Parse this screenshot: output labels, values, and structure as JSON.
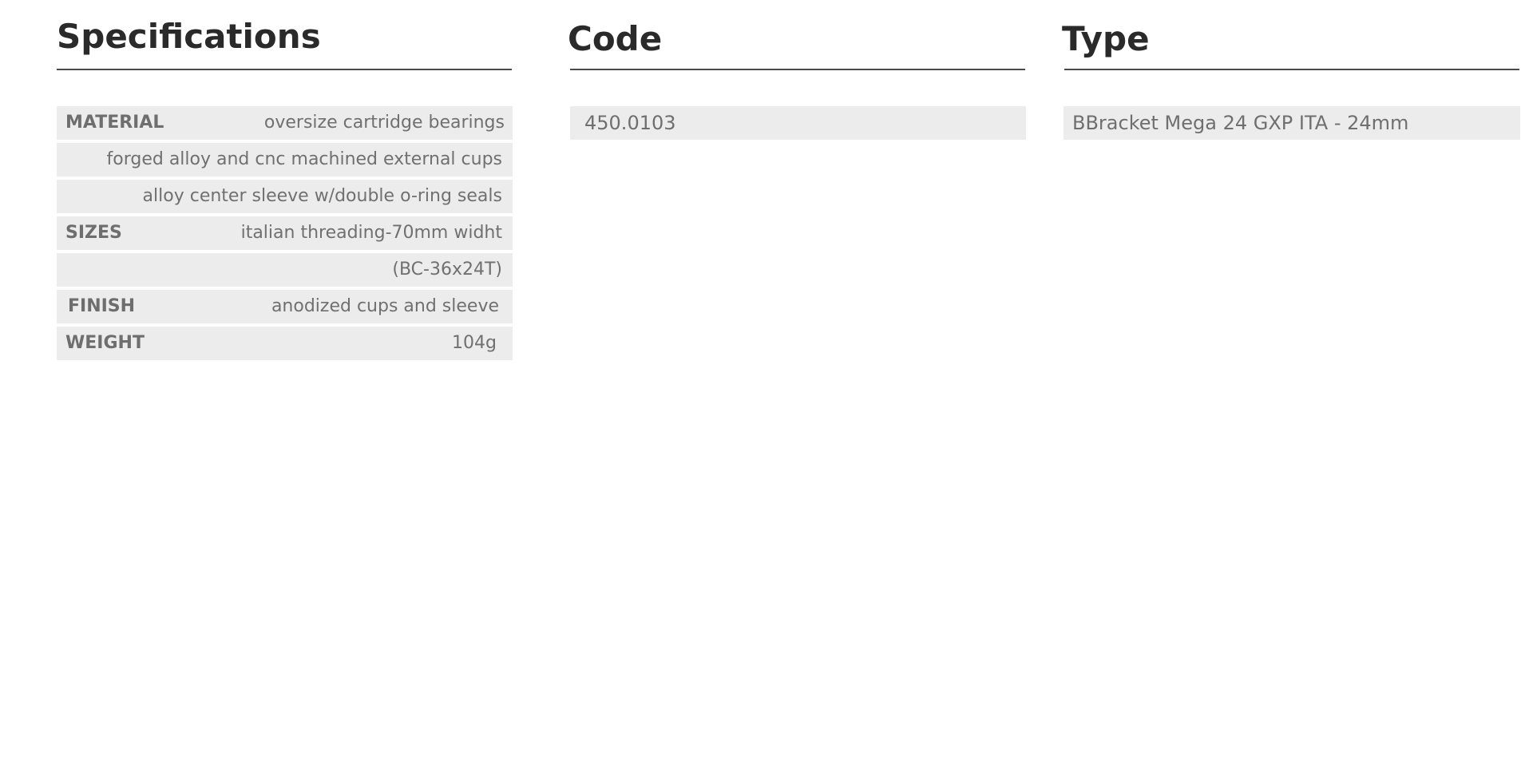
{
  "specifications": {
    "title": "Specifications",
    "rows": [
      {
        "label": "MATERIAL",
        "value": "oversize cartridge bearings"
      },
      {
        "label": "",
        "value": "forged alloy and cnc machined external cups"
      },
      {
        "label": "",
        "value": "alloy center sleeve w/double o-ring seals"
      },
      {
        "label": "SIZES",
        "value": "italian threading-70mm widht"
      },
      {
        "label": "",
        "value": "(BC-36x24T)"
      },
      {
        "label": "FINISH",
        "value": "anodized cups and sleeve"
      },
      {
        "label": "WEIGHT",
        "value": "104g"
      }
    ]
  },
  "code": {
    "title": "Code",
    "value": "450.0103"
  },
  "type": {
    "title": "Type",
    "value": "BBracket Mega 24 GXP ITA - 24mm"
  }
}
